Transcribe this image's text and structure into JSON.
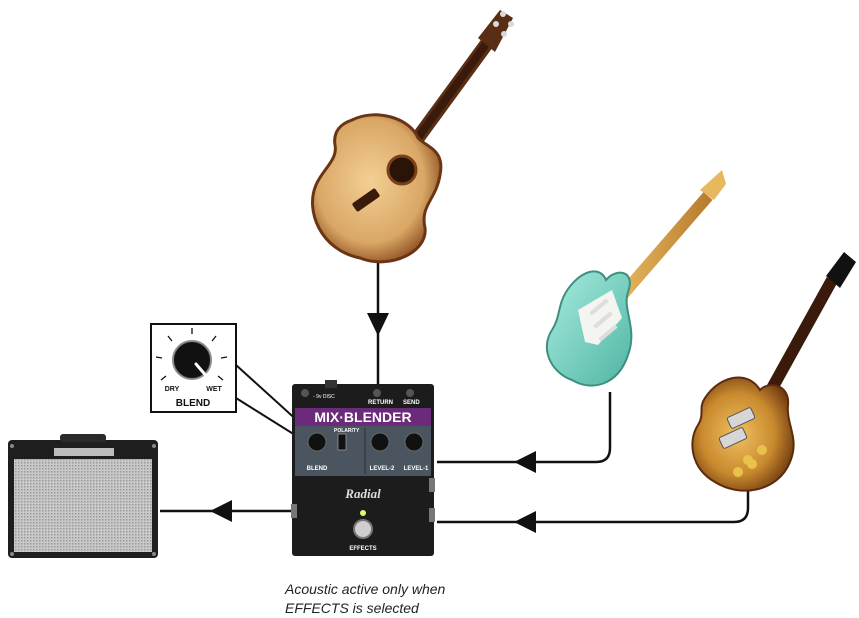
{
  "pedal": {
    "brand": "Radial",
    "model": "MIX·BLENDER",
    "top_jacks": [
      "RETURN",
      "SEND"
    ],
    "top_left_jack": "◦ 9v DISC",
    "switch_label": "POLARITY",
    "knob_labels": [
      "BLEND",
      "LEVEL-2",
      "LEVEL-1"
    ],
    "footswitch_label": "EFFECTS"
  },
  "blend_callout": {
    "label": "BLEND",
    "dry": "DRY",
    "wet": "WET"
  },
  "caption": {
    "line1": "Acoustic active only when",
    "line2": "EFFECTS is selected"
  },
  "colors": {
    "pedal_body": "#1c1c1c",
    "pedal_banner": "#6b2a7a",
    "lines": "#111111",
    "acoustic_top": "#d9a766",
    "strat_body": "#7fd6c5",
    "lespaul_body": "#c98a2e"
  },
  "icons": [
    "acoustic-guitar-icon",
    "electric-guitar-icon",
    "les-paul-guitar-icon",
    "amplifier-icon",
    "arrow-head-icon"
  ]
}
